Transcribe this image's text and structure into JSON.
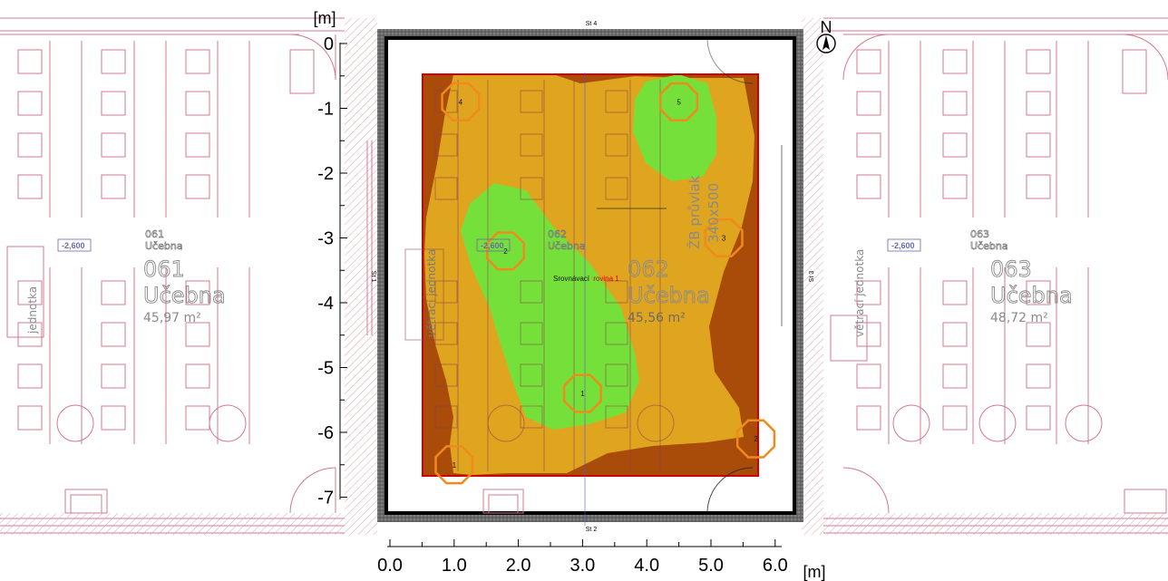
{
  "axes": {
    "y_unit": "[m]",
    "x_unit": "[m]",
    "y_ticks": [
      "0",
      "-1",
      "-2",
      "-3",
      "-4",
      "-5",
      "-6",
      "-7"
    ],
    "x_ticks": [
      "0.0",
      "1.0",
      "2.0",
      "3.0",
      "4.0",
      "5.0",
      "6.0"
    ]
  },
  "compass": {
    "label": "N"
  },
  "walls": {
    "top": "St 4",
    "bottom": "St 2",
    "right": "St 3",
    "left": "St 1"
  },
  "rooms": [
    {
      "code": "061",
      "name": "Učebna",
      "area": "45,97 m²",
      "level": "-2,600"
    },
    {
      "code": "062",
      "name": "Učebna",
      "area": "45,56 m²",
      "level": "-2,600"
    },
    {
      "code": "063",
      "name": "Učebna",
      "area": "48,72 m²",
      "level": "-2,600"
    }
  ],
  "labels": {
    "unit_left": "jednotka",
    "unit_mid": "větrací jednotka",
    "unit_right": "větrací jednotka",
    "beam": "ŽB průvlak",
    "beam_size": "340x500",
    "reference_plane_a": "Srovnávací",
    "reference_plane_b": "rovina 1"
  },
  "points": [
    {
      "id": "1",
      "x_m": 1.0,
      "y_m": -6.5
    },
    {
      "id": "2",
      "x_m": 5.7,
      "y_m": -6.1
    },
    {
      "id": "3",
      "x_m": 5.2,
      "y_m": -3.0
    },
    {
      "id": "4",
      "x_m": 1.1,
      "y_m": -0.9
    },
    {
      "id": "5",
      "x_m": 4.5,
      "y_m": -0.9
    },
    {
      "id": "1",
      "x_m": 3.0,
      "y_m": -5.4
    },
    {
      "id": "2",
      "x_m": 1.8,
      "y_m": -3.2
    }
  ],
  "colors": {
    "zone_low": "#a94c0a",
    "zone_mid": "#e0a51e",
    "zone_high": "#76e03a",
    "calc_area_border": "#d40000",
    "point_marker": "#f08a1c",
    "plan_lines": "#d3788e"
  }
}
